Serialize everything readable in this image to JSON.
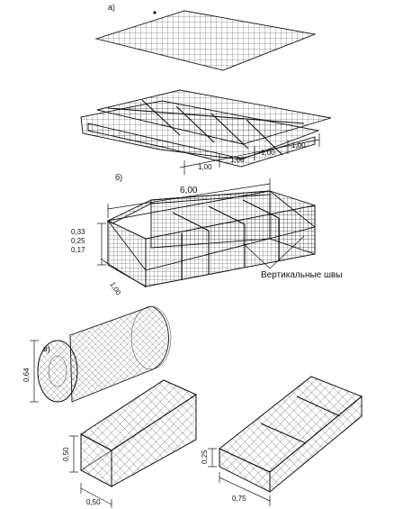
{
  "labels": {
    "panel_a": "а)",
    "panel_b": "б)",
    "panel_v": "в)"
  },
  "panel_a": {
    "segments": [
      "1,00",
      "1,00",
      "1,00",
      "1,00"
    ]
  },
  "panel_b": {
    "length": "6,00",
    "heights": [
      "0,33",
      "0,25",
      "0,17"
    ],
    "width": "1,00",
    "callout": "Вертикальные швы"
  },
  "panel_v": {
    "cylinder_diameter": "0,64",
    "box1_height": "0,50",
    "box1_width": "0,50",
    "box2_height": "0,25",
    "box2_width": "0,75"
  }
}
